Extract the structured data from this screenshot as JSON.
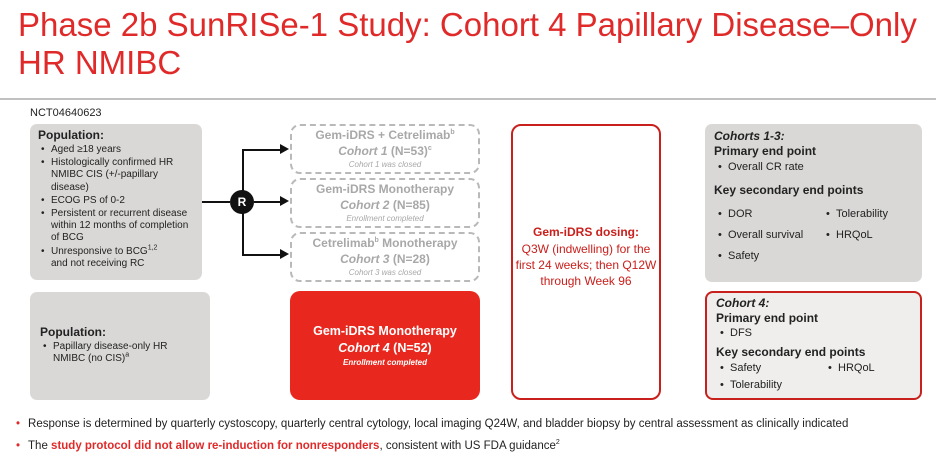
{
  "title": "Phase 2b SunRISe-1 Study: Cohort 4 Papillary Disease–Only HR NMIBC",
  "nct": "NCT04640623",
  "population1": {
    "heading": "Population:",
    "items": [
      "Aged ≥18 years",
      "Histologically confirmed HR NMIBC CIS (+/-papillary disease)",
      "ECOG PS of 0-2",
      "Persistent or recurrent disease within 12 months of completion of BCG",
      "Unresponsive to BCG",
      "and not receiving RC"
    ],
    "sup_bcg": "1,2"
  },
  "randomize_label": "R",
  "arms": [
    {
      "title": "Gem-iDRS + Cetrelimab",
      "title_sup": "b",
      "cohort": "Cohort 1",
      "n": "(N=53)",
      "n_sup": "c",
      "status": "Cohort 1 was closed"
    },
    {
      "title": "Gem-iDRS Monotherapy",
      "title_sup": "",
      "cohort": "Cohort 2",
      "n": "(N=85)",
      "n_sup": "",
      "status": "Enrollment completed"
    },
    {
      "title_a": "Cetrelimab",
      "title_sup": "b",
      "title_b": "Monotherapy",
      "cohort": "Cohort 3",
      "n": "(N=28)",
      "n_sup": "",
      "status": "Cohort 3 was closed"
    }
  ],
  "population2": {
    "heading": "Population:",
    "item": "Papillary disease-only HR NMIBC (no CIS)",
    "item_sup": "a"
  },
  "arm4": {
    "title": "Gem-iDRS Monotherapy",
    "cohort": "Cohort 4",
    "n": "(N=52)",
    "status": "Enrollment completed"
  },
  "dosing": {
    "heading": "Gem-iDRS dosing:",
    "text": "Q3W (indwelling) for the first 24 weeks; then Q12W through Week 96"
  },
  "endpoints1": {
    "heading": "Cohorts 1-3:",
    "primary_heading": "Primary end point",
    "primary": [
      "Overall CR rate"
    ],
    "secondary_heading": "Key secondary end points",
    "secondary_col1": [
      "DOR",
      "Overall survival",
      "Safety"
    ],
    "secondary_col2": [
      "Tolerability",
      "HRQoL"
    ]
  },
  "endpoints2": {
    "heading": "Cohort 4:",
    "primary_heading": "Primary end point",
    "primary": [
      "DFS"
    ],
    "secondary_heading": "Key secondary end points",
    "secondary_col1": [
      "Safety",
      "Tolerability"
    ],
    "secondary_col2": [
      "HRQoL"
    ]
  },
  "footer": {
    "line1": "Response is determined by quarterly cystoscopy, quarterly central cytology, local imaging Q24W, and bladder biopsy by central assessment as clinically indicated",
    "line2_pre": "The ",
    "line2_red": "study protocol did not allow re-induction for nonresponders",
    "line2_post": ", consistent with US FDA guidance",
    "line2_sup": "2"
  },
  "colors": {
    "accent": "#e02a2a",
    "panel": "#d9d8d6",
    "dashed": "#b9b9b9"
  }
}
